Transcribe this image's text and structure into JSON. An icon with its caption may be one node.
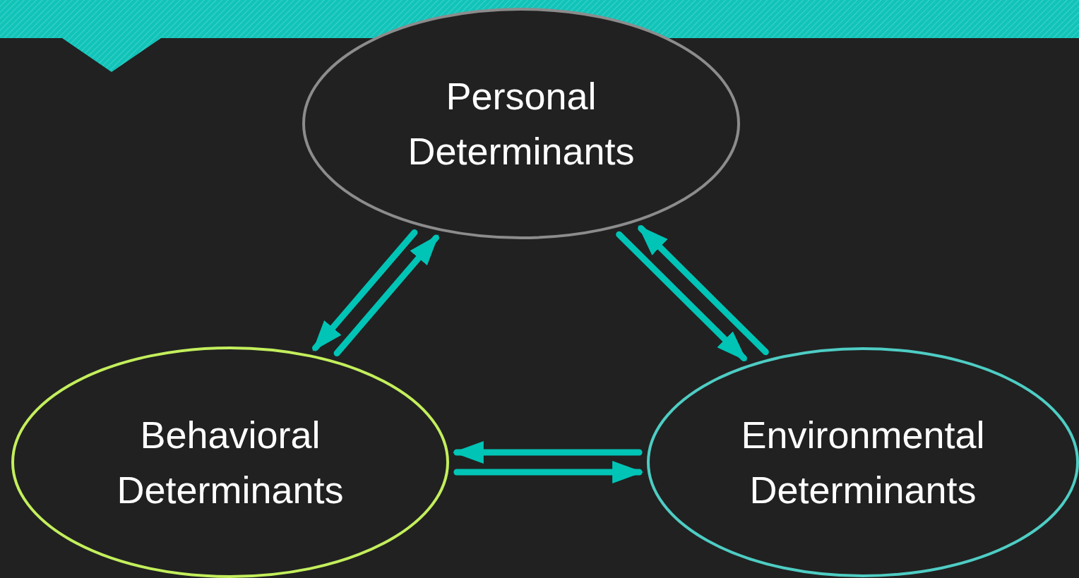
{
  "diagram": {
    "nodes": [
      {
        "text": [
          "Personal Determinants"
        ]
      },
      {
        "text": [
          "Behavioral Determinants"
        ]
      },
      {
        "text": [
          "Environmental Determinants"
        ]
      }
    ],
    "edges": [
      {
        "from": 1,
        "to": 0,
        "arrow": "to"
      },
      {
        "from": 0,
        "to": 1,
        "arrow": "to"
      },
      {
        "from": 2,
        "to": 0,
        "arrow": "to"
      },
      {
        "from": 0,
        "to": 2,
        "arrow": "to"
      },
      {
        "from": 1,
        "to": 2,
        "arrow": "to"
      },
      {
        "from": 2,
        "to": 1,
        "arrow": "to"
      }
    ]
  }
}
